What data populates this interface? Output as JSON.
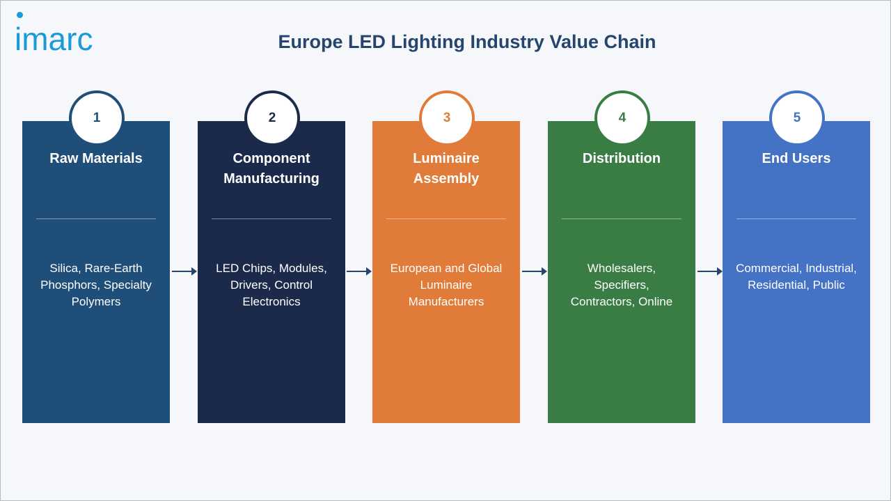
{
  "logo": {
    "text": "imarc"
  },
  "title": "Europe LED Lighting Industry Value Chain",
  "stages": [
    {
      "number": "1",
      "title": "Raw Materials",
      "description": "Silica, Rare-Earth\nPhosphors, Specialty\nPolymers",
      "color": "#1f4e79"
    },
    {
      "number": "2",
      "title": "Component\nManufacturing",
      "description": "LED Chips, Modules,\nDrivers, Control\nElectronics",
      "color": "#1b2a4a"
    },
    {
      "number": "3",
      "title": "Luminaire\nAssembly",
      "description": "European and Global\nLuminaire\nManufacturers",
      "color": "#e07b39"
    },
    {
      "number": "4",
      "title": "Distribution",
      "description": "Wholesalers,\nSpecifiers,\nContractors, Online",
      "color": "#3a7d44"
    },
    {
      "number": "5",
      "title": "End Users",
      "description": "Commercial, Industrial,\nResidential, Public",
      "color": "#4472c4"
    }
  ]
}
